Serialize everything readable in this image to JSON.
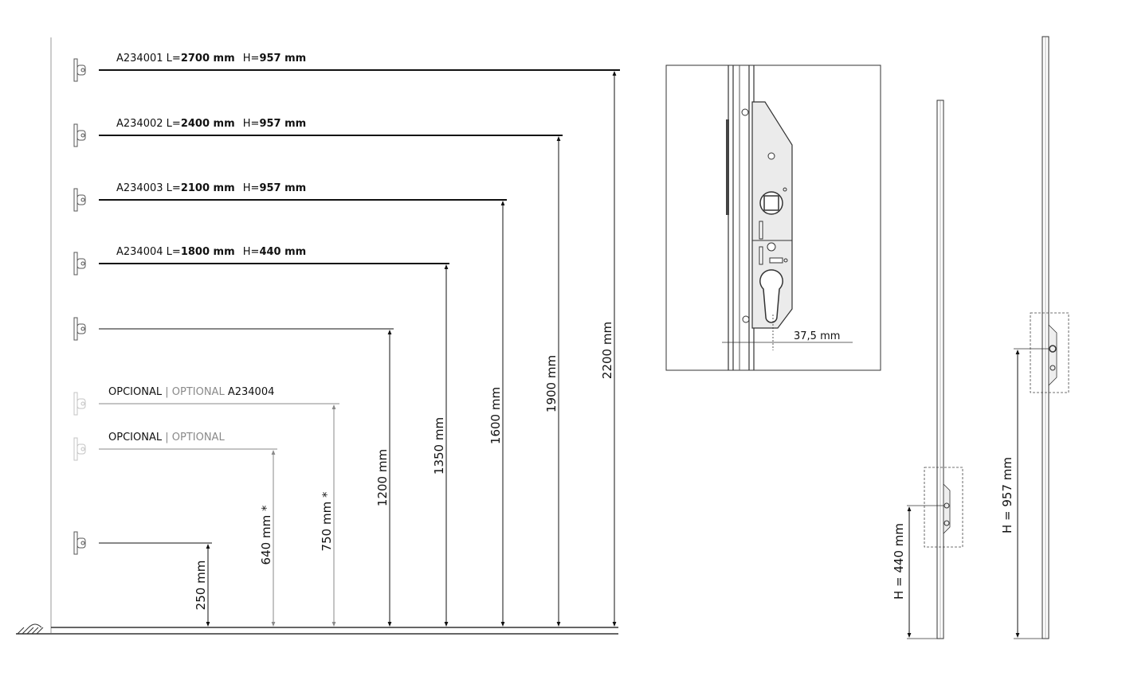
{
  "levels": [
    {
      "code": "A234001",
      "l_prefix": "L=",
      "l_value": "2700 mm",
      "h_prefix": "H=",
      "h_value": "957 mm",
      "height": "2200 mm"
    },
    {
      "code": "A234002",
      "l_prefix": "L=",
      "l_value": "2400 mm",
      "h_prefix": "H=",
      "h_value": "957 mm",
      "height": "1900 mm"
    },
    {
      "code": "A234003",
      "l_prefix": "L=",
      "l_value": "2100 mm",
      "h_prefix": "H=",
      "h_value": "957 mm",
      "height": "1600 mm"
    },
    {
      "code": "A234004",
      "l_prefix": "L=",
      "l_value": "1800 mm",
      "h_prefix": "H=",
      "h_value": "440 mm",
      "height": "1350 mm"
    },
    {
      "height": "1200 mm"
    },
    {
      "opt_label": "OPCIONAL",
      "opt_sep": "|",
      "opt_trans": "OPTIONAL",
      "opt_code": "A234004",
      "height": "750 mm *"
    },
    {
      "opt_label": "OPCIONAL",
      "opt_sep": "|",
      "opt_trans": "OPTIONAL",
      "height": "640 mm *"
    },
    {
      "height": "250 mm"
    }
  ],
  "detail": {
    "backset": "37,5 mm"
  },
  "rods": {
    "short_h": "H = 440 mm",
    "long_h": "H = 957 mm"
  },
  "colors": {
    "line": "#111111",
    "optional": "#8a8a8a",
    "optional_light": "#c8c8c8"
  }
}
